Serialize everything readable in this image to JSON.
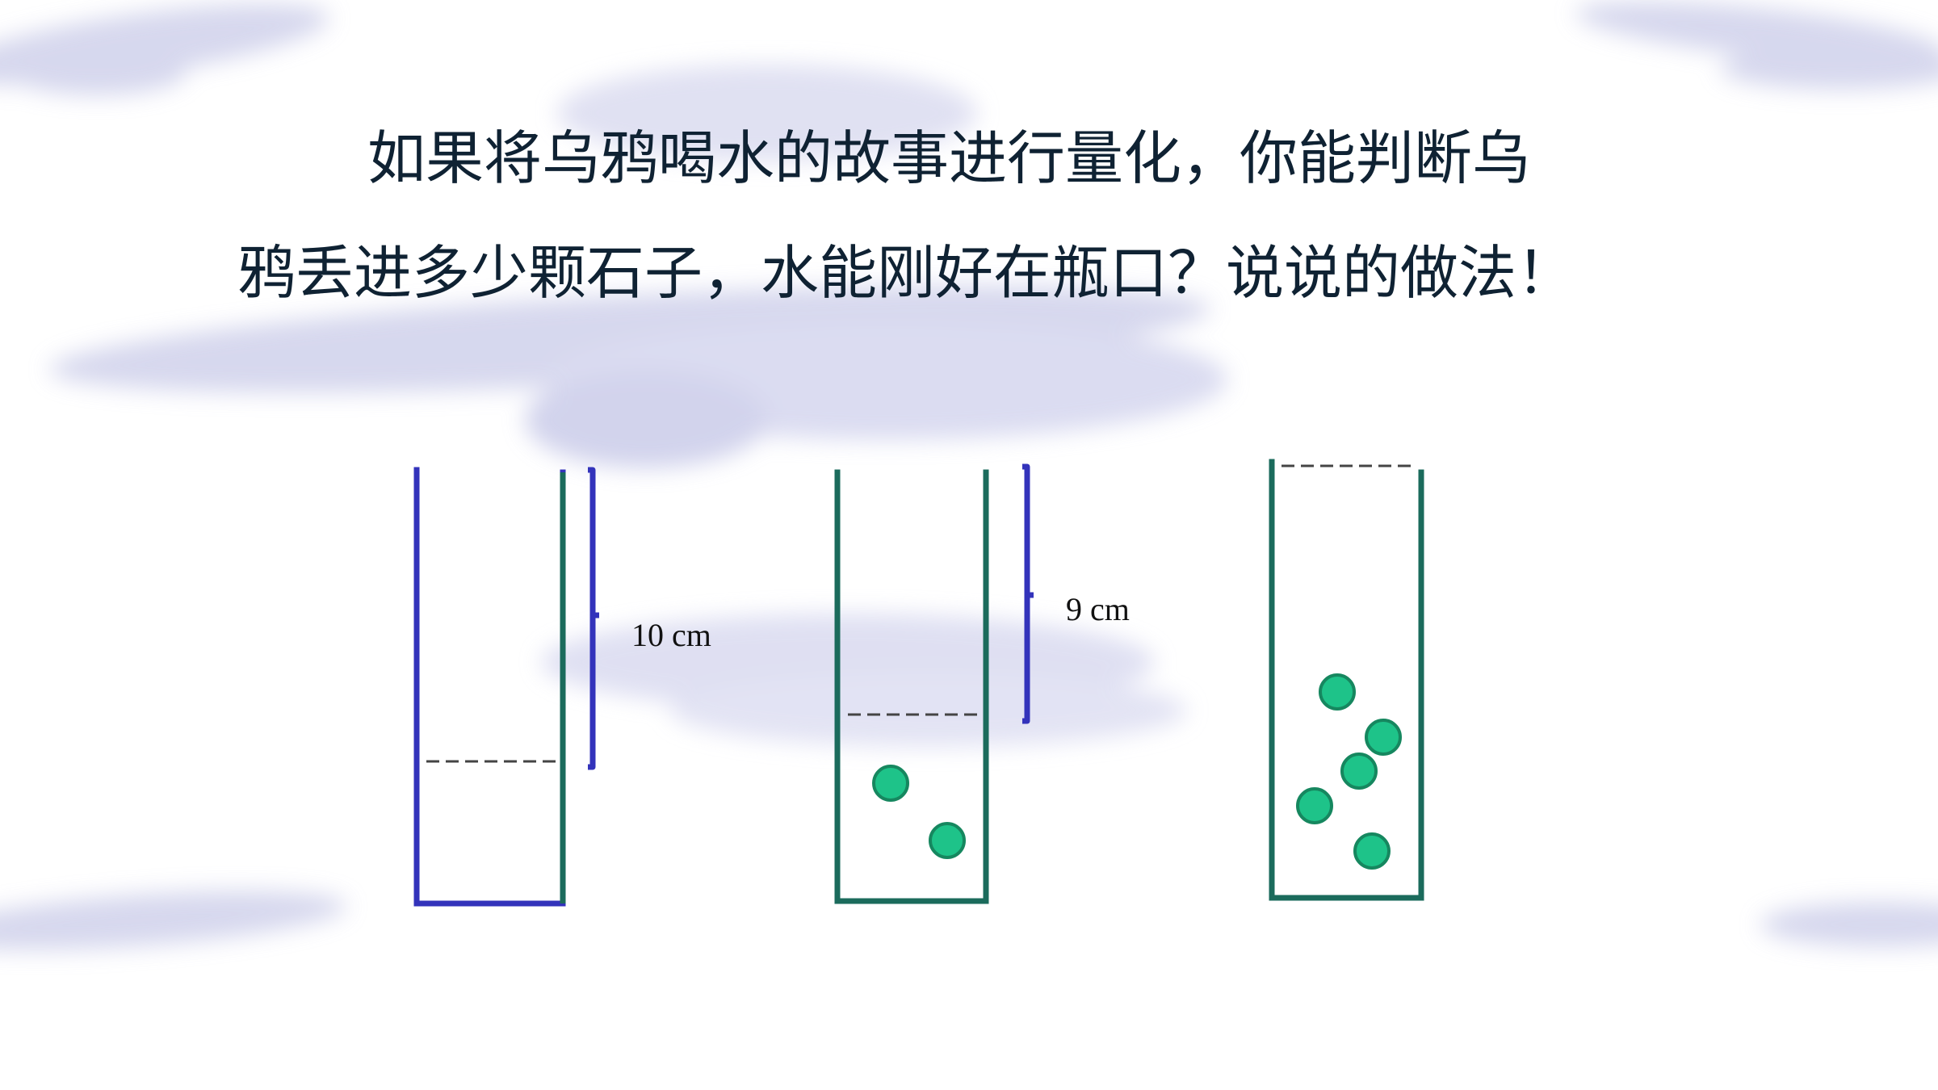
{
  "question": {
    "line1": "如果将乌鸦喝水的故事进行量化，你能判断乌",
    "line2": "鸦丢进多少颗石子，水能刚好在瓶口？说说的做法！"
  },
  "diagram": {
    "jars": [
      {
        "stones": 0,
        "measure_label": "10 cm"
      },
      {
        "stones": 2,
        "measure_label": "9 cm"
      },
      {
        "stones": 5,
        "measure_label": ""
      }
    ]
  },
  "colors": {
    "jar_first": "#3333bb",
    "jar_green": "#1b6b5c",
    "bracket": "#3333bb",
    "stone_fill": "#1ec389",
    "stone_stroke": "#16875f",
    "water_dash": "#444444",
    "text": "#0f2233"
  }
}
